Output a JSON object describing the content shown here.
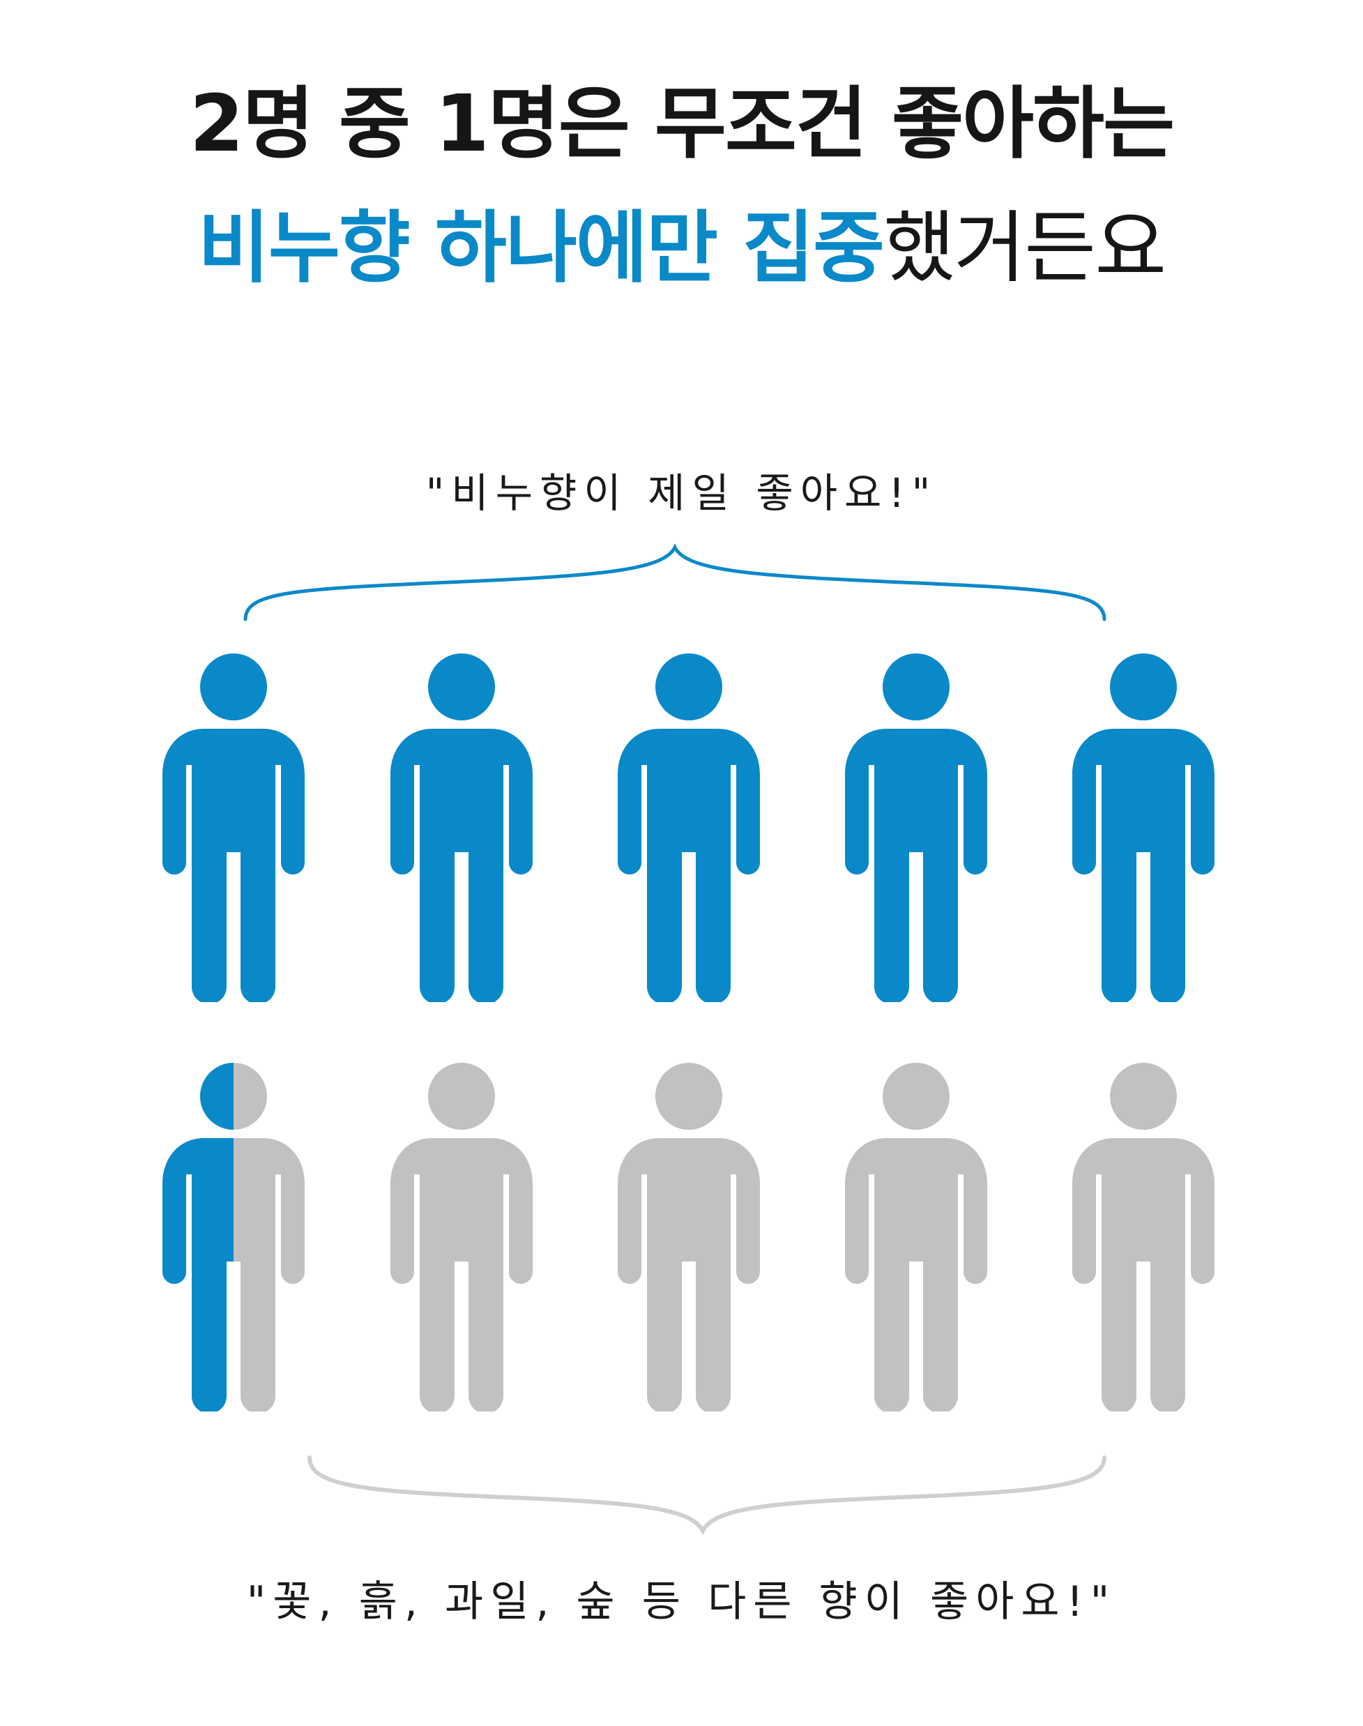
{
  "headline": {
    "line1": "2명 중 1명은 무조건 좋아하는",
    "line2_highlight_a": "비누향 하나에만",
    "line2_highlight_b": "집중",
    "line2_rest": "했거든요"
  },
  "quote_top": "\"비누향이 제일 좋아요!\"",
  "quote_bottom": "\"꽃, 흙, 과일, 숲 등 다른 향이 좋아요!\"",
  "colors": {
    "accent_blue": "#0a89c9",
    "inactive_gray": "#c1c1c1",
    "bracket_gray": "#cfcfcf",
    "text_dark": "#161616"
  },
  "people": {
    "top_row": [
      "blue",
      "blue",
      "blue",
      "blue",
      "blue"
    ],
    "bottom_row": [
      "half",
      "gray",
      "gray",
      "gray",
      "gray"
    ]
  }
}
